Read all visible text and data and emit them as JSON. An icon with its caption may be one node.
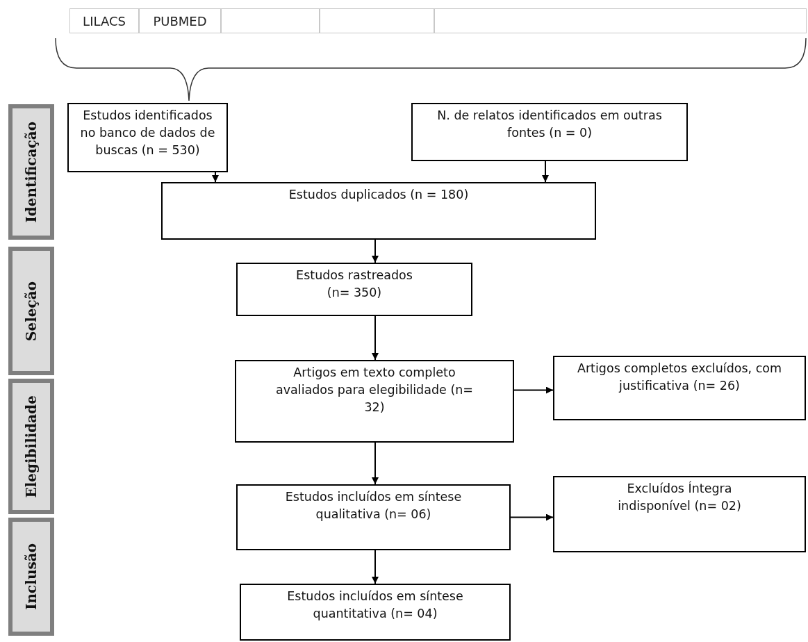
{
  "diagram": {
    "nodes": [
      {
        "text": [
          "LILACS"
        ]
      },
      {
        "text": [
          "PUBMED"
        ]
      },
      {
        "text": [],
        "shape": "box"
      },
      {
        "text": [],
        "shape": "box"
      },
      {
        "text": [],
        "shape": "box"
      },
      {
        "text": [
          "Identificação"
        ]
      },
      {
        "text": [
          "Seleção"
        ]
      },
      {
        "text": [
          "Elegibilidade"
        ]
      },
      {
        "text": [
          "Inclusão"
        ]
      },
      {
        "text": [
          "Estudos identificados no banco de dados de buscas (n = 530)"
        ]
      },
      {
        "text": [
          "N. de relatos identificados em outras fontes (n = 0)"
        ]
      },
      {
        "text": [
          "Estudos duplicados (n = 180)"
        ]
      },
      {
        "text": [
          "Estudos rastreados (n= 350)"
        ]
      },
      {
        "text": [
          "Artigos em texto completo avaliados para elegibilidade (n= 32)"
        ]
      },
      {
        "text": [
          "Artigos completos excluídos, com justificativa (n= 26)"
        ]
      },
      {
        "text": [
          "Estudos incluídos em síntese qualitativa (n= 06)"
        ]
      },
      {
        "text": [
          "Excluídos Íntegra indisponível (n= 02)"
        ]
      },
      {
        "text": [
          "Estudos incluídos em síntese quantitativa (n= 04)"
        ]
      }
    ],
    "edges": [
      {
        "from": 9,
        "to": 11,
        "arrow": "to"
      },
      {
        "from": 10,
        "to": 11,
        "arrow": "to"
      },
      {
        "from": 11,
        "to": 12,
        "arrow": "to"
      },
      {
        "from": 12,
        "to": 13,
        "arrow": "to"
      },
      {
        "from": 13,
        "to": 14,
        "arrow": "to"
      },
      {
        "from": 13,
        "to": 15,
        "arrow": "to"
      },
      {
        "from": 15,
        "to": 16,
        "arrow": "to"
      },
      {
        "from": 15,
        "to": 17,
        "arrow": "to"
      }
    ]
  }
}
